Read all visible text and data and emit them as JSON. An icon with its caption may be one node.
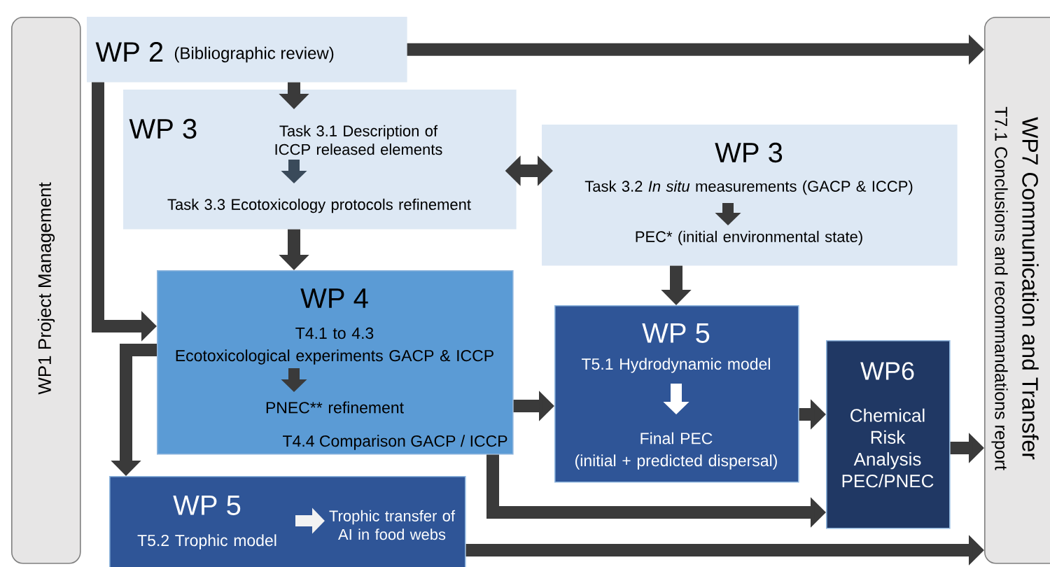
{
  "diagram": {
    "nodes": [
      {
        "text": [
          "WP1 Project Management"
        ]
      },
      {
        "text": [
          "WP 2",
          "(Bibliographic review)"
        ]
      },
      {
        "text": [
          "WP 3",
          "Task 3.1 Description of ICCP released elements",
          "Task 3.3 Ecotoxicology protocols refinement"
        ]
      },
      {
        "text": [
          "WP 3",
          "Task 3.2 *In situ* measurements (GACP & ICCP)",
          "PEC* (initial environmental state)"
        ]
      },
      {
        "text": [
          "WP 4",
          "T4.1 to 4.3",
          "Ecotoxicological experiments GACP & ICCP",
          "PNEC** refinement",
          "T4.4 Comparison GACP / ICCP"
        ]
      },
      {
        "text": [
          "WP 5",
          "T5.1 Hydrodynamic model",
          "Final PEC",
          "(initial + predicted dispersal)"
        ]
      },
      {
        "text": [
          "WP 5",
          "T5.2 Trophic model",
          "Trophic transfer of AI in food webs"
        ]
      },
      {
        "text": [
          "WP6",
          "Chemical Risk Analysis PEC/PNEC"
        ]
      },
      {
        "text": [
          "WP7 Communication and Transfer",
          "T7.1 Conclusions and recommandations report"
        ]
      }
    ],
    "edges": [
      {
        "from": 1,
        "to": 8,
        "arrow": "to"
      },
      {
        "from": 1,
        "to": 2,
        "arrow": "to"
      },
      {
        "from": 1,
        "to": 4,
        "arrow": "to"
      },
      {
        "from": 2,
        "to": 3,
        "arrow": "both"
      },
      {
        "from": 2,
        "to": 4,
        "arrow": "to"
      },
      {
        "from": 3,
        "to": 5,
        "arrow": "to"
      },
      {
        "from": 4,
        "to": 5,
        "arrow": "to"
      },
      {
        "from": 4,
        "to": 6,
        "arrow": "to"
      },
      {
        "from": 4,
        "to": 7,
        "arrow": "to"
      },
      {
        "from": 5,
        "to": 7,
        "arrow": "to"
      },
      {
        "from": 7,
        "to": 8,
        "arrow": "to"
      },
      {
        "from": 6,
        "to": 8,
        "arrow": "to"
      }
    ]
  }
}
